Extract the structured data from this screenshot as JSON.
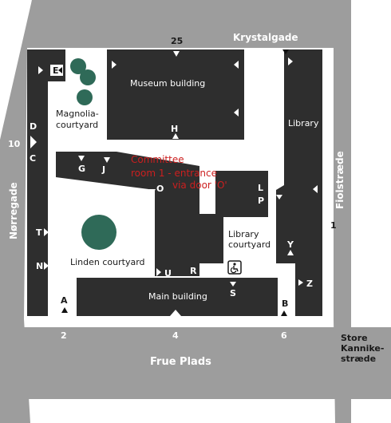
{
  "streets": {
    "top": "Krystalgade",
    "left": "Nørregade",
    "right": "Fiolstræde",
    "bottom": "Frue Plads",
    "bottom_right_line1": "Store",
    "bottom_right_line2": "Kannike-",
    "bottom_right_line3": "stræde"
  },
  "street_numbers": {
    "top": "25",
    "left": "10",
    "right": "1",
    "bottom_2": "2",
    "bottom_4": "4",
    "bottom_6": "6"
  },
  "buildings": {
    "museum": "Museum building",
    "library": "Library",
    "main": "Main building"
  },
  "courtyards": {
    "magnolia_line1": "Magnolia-",
    "magnolia_line2": "courtyard",
    "linden": "Linden courtyard",
    "library_line1": "Library",
    "library_line2": "courtyard"
  },
  "annotation": {
    "line1": "Committee",
    "line2": "room 1 - entrance",
    "line3": "via door 'O'"
  },
  "doors": {
    "A": "A",
    "B": "B",
    "C": "C",
    "D": "D",
    "E": "E",
    "G": "G",
    "H": "H",
    "J": "J",
    "L": "L",
    "N": "N",
    "O": "O",
    "P": "P",
    "R": "R",
    "S": "S",
    "T": "T",
    "U": "U",
    "Y": "Y",
    "Z": "Z"
  },
  "icons": {
    "accessible_entrance": "wheelchair-icon"
  },
  "colors": {
    "street": "#9d9d9d",
    "building": "#2e2e2e",
    "tree": "#2f6a58",
    "annotation": "#cc1f1f"
  }
}
